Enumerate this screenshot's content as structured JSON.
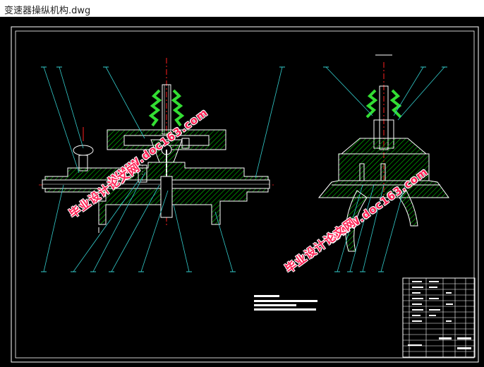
{
  "window": {
    "title": "变速器操纵机构.dwg"
  },
  "watermarks": {
    "site_cn": "毕业设计论文网",
    "site_url": "WWW.doc163.com",
    "color": "#ff2255"
  },
  "colors": {
    "background": "#000000",
    "outline": "#ffffff",
    "hatch": "#00cc00",
    "boot": "#33dd33",
    "leader": "#33cccc",
    "centerline": "#ff2020"
  }
}
